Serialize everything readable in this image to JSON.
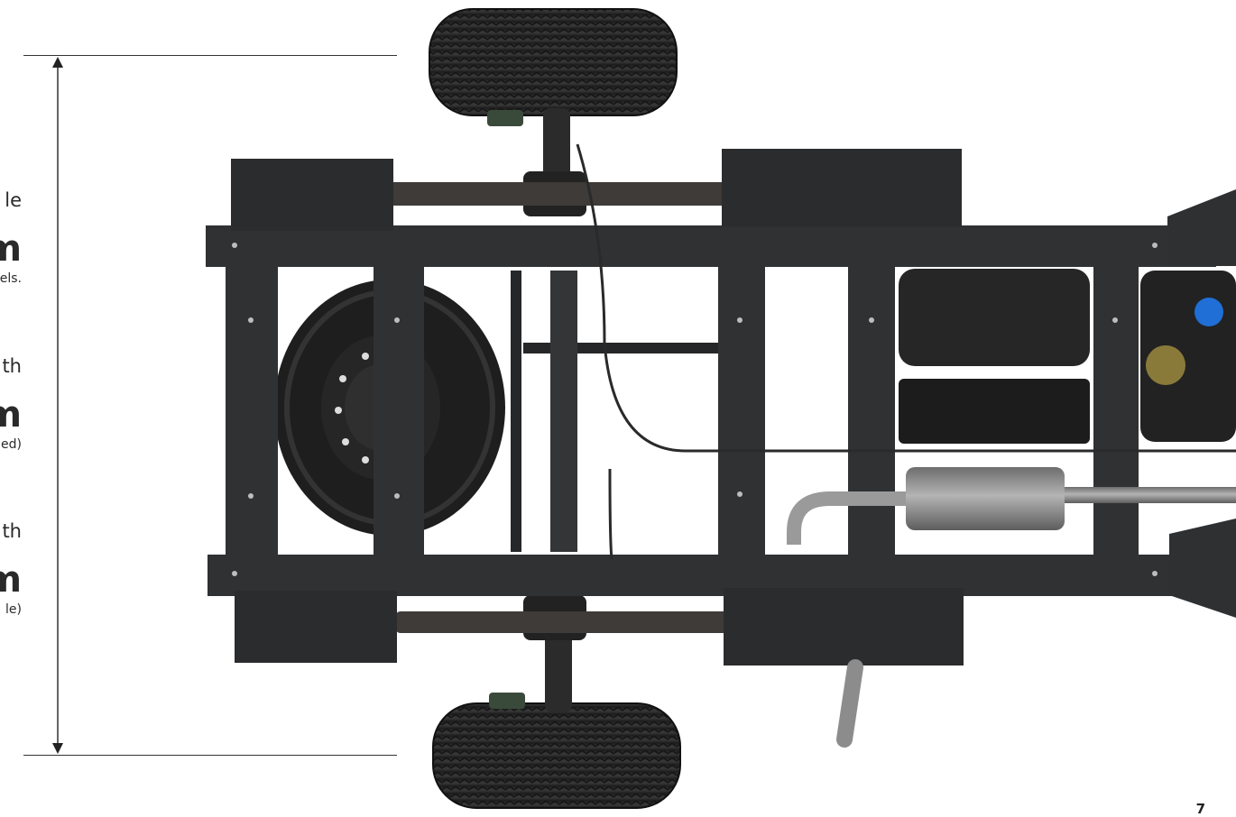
{
  "specs": [
    {
      "label": "le",
      "value": "m",
      "note": "els."
    },
    {
      "label": "th",
      "value": "m",
      "note": "ed)"
    },
    {
      "label": "th",
      "value": "m",
      "note": "le)"
    }
  ],
  "page_number": "7",
  "colors": {
    "frame": "#2f3133",
    "frame_dark": "#232527",
    "tire": "#262626",
    "muffler": "#8d8d8d",
    "fuel_cap": "#1f6fd6"
  }
}
